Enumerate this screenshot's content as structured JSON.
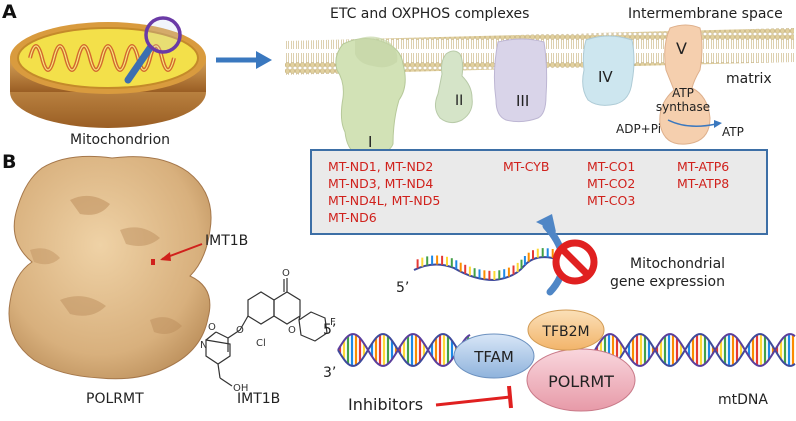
{
  "panels": {
    "a": "A",
    "b": "B"
  },
  "top": {
    "mito_label": "Mitochondrion",
    "header": "ETC and OXPHOS complexes",
    "intermembrane": "Intermembrane space",
    "matrix": "matrix",
    "complexes": [
      "I",
      "II",
      "III",
      "IV",
      "V"
    ],
    "atp_synthase": [
      "ATP",
      "synthase"
    ],
    "adp": "ADP+Pi",
    "atp": "ATP"
  },
  "genes": {
    "col1": [
      "MT-ND1, MT-ND2",
      "MT-ND3, MT-ND4",
      "MT-ND4L, MT-ND5",
      "MT-ND6"
    ],
    "col2": [
      "MT-CYB"
    ],
    "col3": [
      "MT-CO1",
      "MT-CO2",
      "MT-CO3"
    ],
    "col4": [
      "MT-ATP6",
      "MT-ATP8"
    ]
  },
  "bottom": {
    "imt1b_pointer": "IMT1B",
    "polrmt_protein": "POLRMT",
    "imt1b_compound": "IMT1B",
    "mito_expression": [
      "Mitochondrial",
      "gene expression"
    ],
    "strand5_rna": "5’",
    "strand5_dna": "5’",
    "strand3_dna": "3’",
    "tfb2m": "TFB2M",
    "tfam": "TFAM",
    "polrmt": "POLRMT",
    "mtdna": "mtDNA",
    "inhibitors": "Inhibitors"
  },
  "colors": {
    "gene_text": "#d0211c",
    "arrow_blue": "#3a78bf",
    "membrane": "#d9c79a",
    "inhibit_red": "#e02020"
  }
}
